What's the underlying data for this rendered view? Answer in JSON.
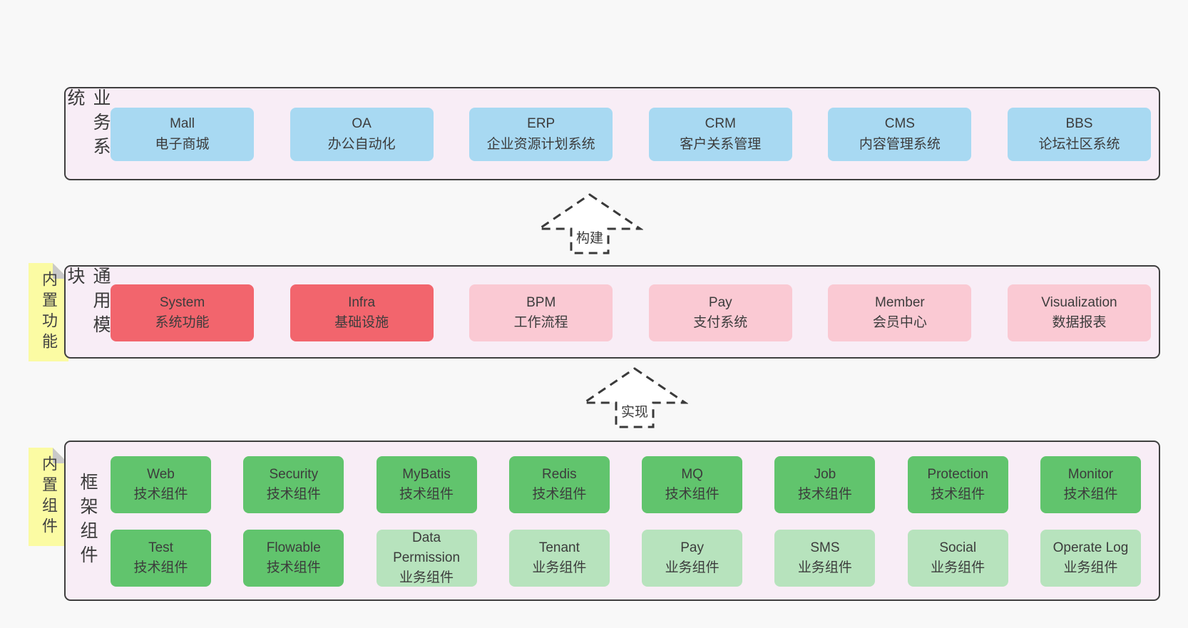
{
  "colors": {
    "page_background": "#f8f8f8",
    "band_background": "#f8edf6",
    "band_border": "#3f3f3f",
    "blue_box": "#a8d9f2",
    "red_box": "#f2656d",
    "pink_box": "#fac9d3",
    "green_dark_box": "#61c46d",
    "green_light_box": "#b7e3bd",
    "sticky_note": "#fbfba3",
    "note_fold": "#c9c9c9",
    "text": "#3b3b3b"
  },
  "arrows": [
    {
      "label": "构建"
    },
    {
      "label": "实现"
    }
  ],
  "bands": [
    {
      "label": "业务系统",
      "boxes": [
        {
          "name": "Mall",
          "desc": "电子商城"
        },
        {
          "name": "OA",
          "desc": "办公自动化"
        },
        {
          "name": "ERP",
          "desc": "企业资源计划系统"
        },
        {
          "name": "CRM",
          "desc": "客户关系管理"
        },
        {
          "name": "CMS",
          "desc": "内容管理系统"
        },
        {
          "name": "BBS",
          "desc": "论坛社区系统"
        }
      ]
    },
    {
      "label": "通用模块",
      "note": "内置功能",
      "boxes": [
        {
          "name": "System",
          "desc": "系统功能"
        },
        {
          "name": "Infra",
          "desc": "基础设施"
        },
        {
          "name": "BPM",
          "desc": "工作流程"
        },
        {
          "name": "Pay",
          "desc": "支付系统"
        },
        {
          "name": "Member",
          "desc": "会员中心"
        },
        {
          "name": "Visualization",
          "desc": "数据报表"
        }
      ]
    },
    {
      "label": "框架组件",
      "note": "内置组件",
      "boxes": [
        {
          "name": "Web",
          "desc": "技术组件"
        },
        {
          "name": "Security",
          "desc": "技术组件"
        },
        {
          "name": "MyBatis",
          "desc": "技术组件"
        },
        {
          "name": "Redis",
          "desc": "技术组件"
        },
        {
          "name": "MQ",
          "desc": "技术组件"
        },
        {
          "name": "Job",
          "desc": "技术组件"
        },
        {
          "name": "Protection",
          "desc": "技术组件"
        },
        {
          "name": "Monitor",
          "desc": "技术组件"
        },
        {
          "name": "Test",
          "desc": "技术组件"
        },
        {
          "name": "Flowable",
          "desc": "技术组件"
        },
        {
          "name": "Data Permission",
          "desc": "业务组件"
        },
        {
          "name": "Tenant",
          "desc": "业务组件"
        },
        {
          "name": "Pay",
          "desc": "业务组件"
        },
        {
          "name": "SMS",
          "desc": "业务组件"
        },
        {
          "name": "Social",
          "desc": "业务组件"
        },
        {
          "name": "Operate Log",
          "desc": "业务组件"
        }
      ]
    }
  ]
}
